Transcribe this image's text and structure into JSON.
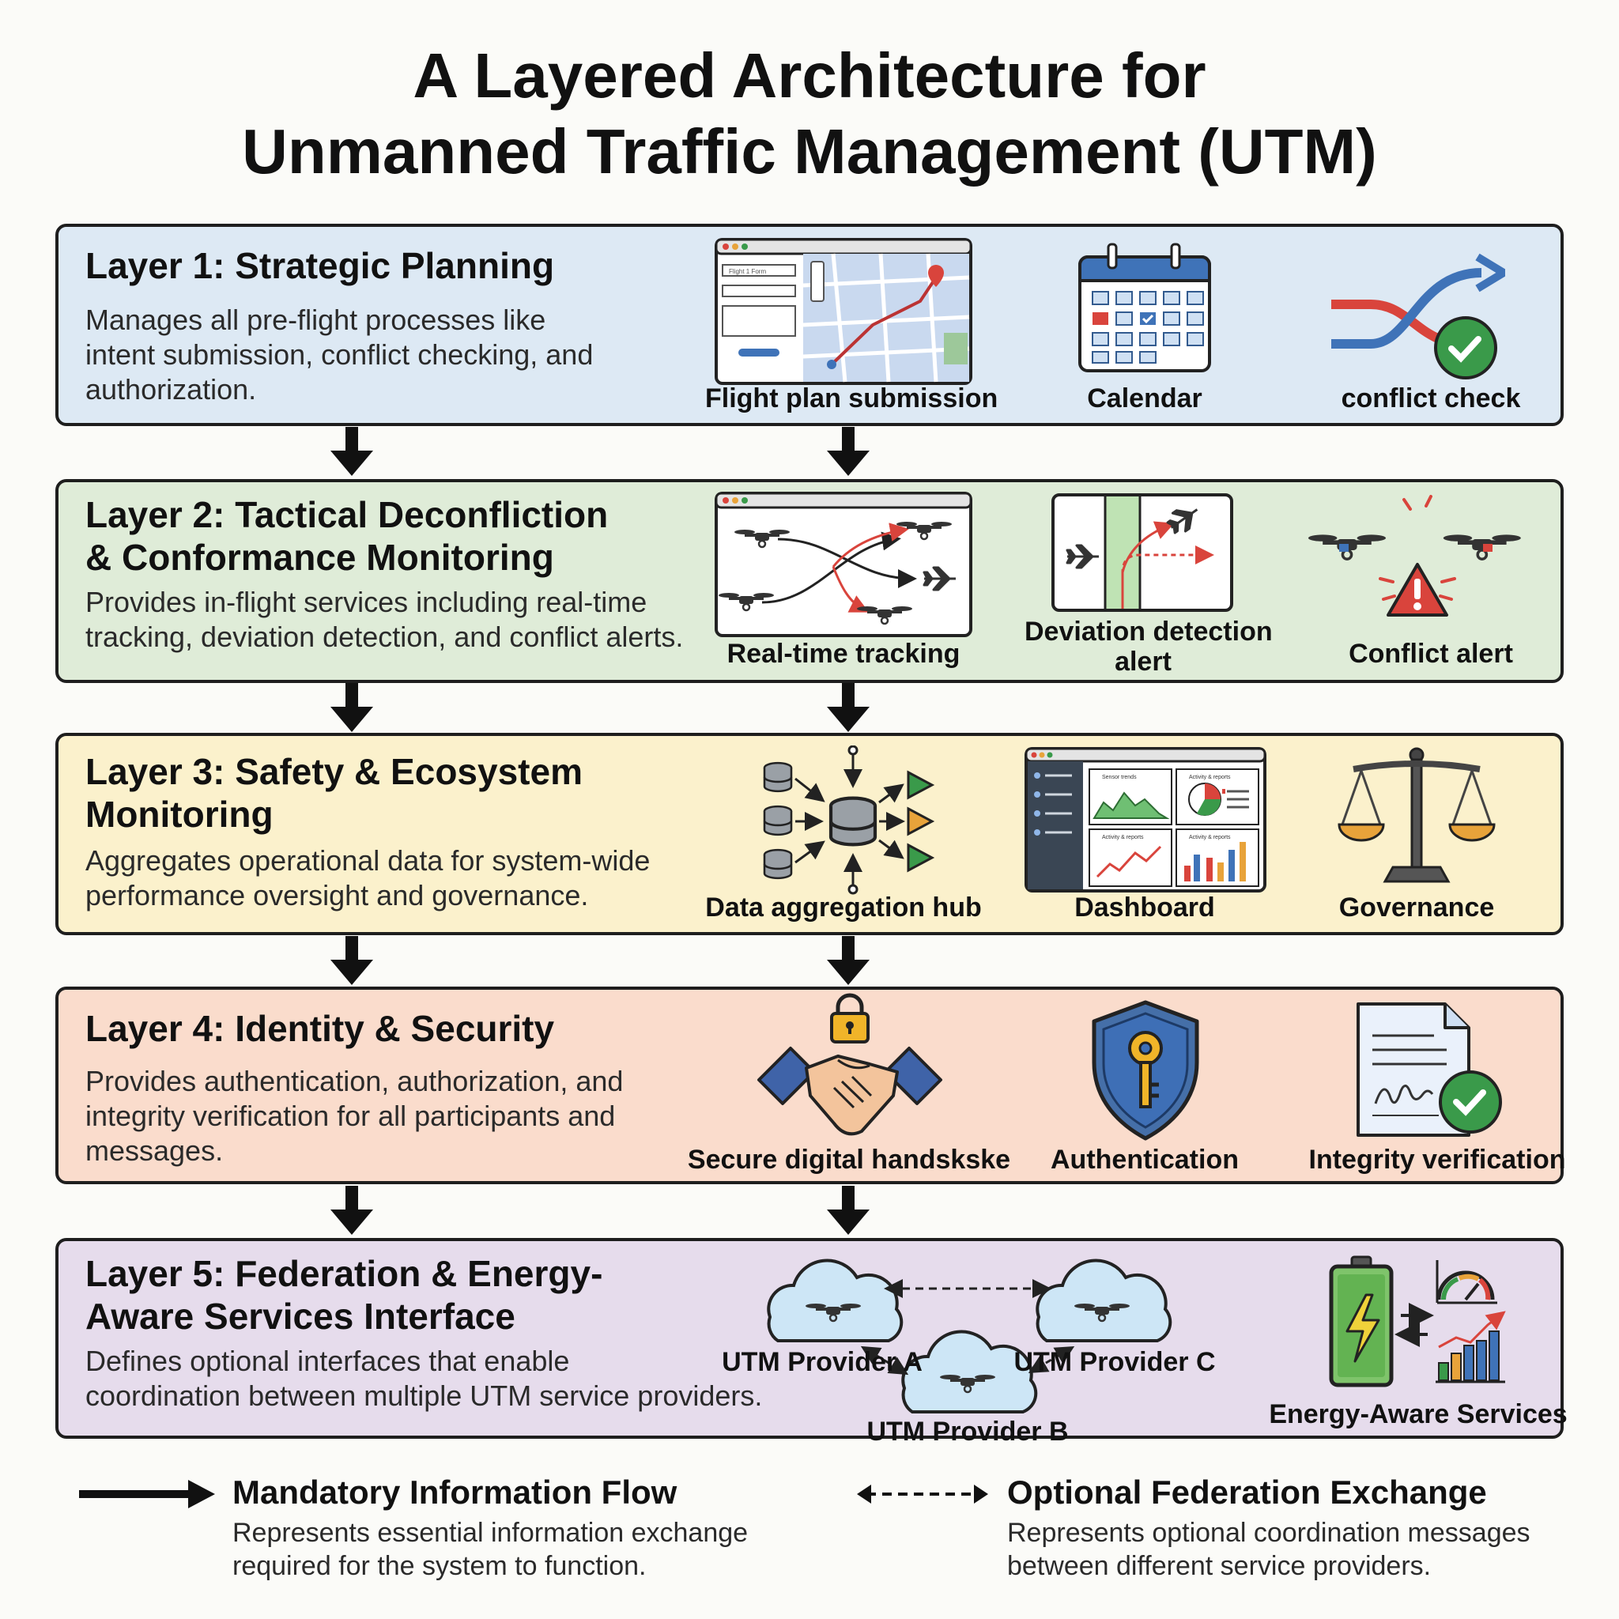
{
  "title": {
    "line1": "A Layered Architecture for",
    "line2": "Unmanned Traffic Management (UTM)"
  },
  "layers": [
    {
      "title_lines": [
        "Layer 1: Strategic Planning"
      ],
      "desc_lines": [
        "Manages all pre-flight processes like",
        "intent submission, conflict checking, and",
        "authorization."
      ],
      "icons": [
        "Flight plan submission",
        "Calendar",
        "conflict check"
      ]
    },
    {
      "title_lines": [
        "Layer 2: Tactical Deconfliction",
        "& Conformance Monitoring"
      ],
      "desc_lines": [
        "Provides in-flight services including real-time",
        "tracking, deviation detection, and conflict alerts."
      ],
      "icons": [
        "Real-time tracking",
        "Deviation detection",
        "alert",
        "Conflict alert"
      ]
    },
    {
      "title_lines": [
        "Layer 3: Safety & Ecosystem",
        "Monitoring"
      ],
      "desc_lines": [
        "Aggregates operational data for system-wide",
        "performance oversight and governance."
      ],
      "icons": [
        "Data aggregation hub",
        "Dashboard",
        "Governance"
      ]
    },
    {
      "title_lines": [
        "Layer 4: Identity & Security"
      ],
      "desc_lines": [
        "Provides authentication, authorization, and",
        "integrity verification for all participants and",
        "messages."
      ],
      "icons": [
        "Secure digital handskske",
        "Authentication",
        "Integrity verification"
      ]
    },
    {
      "title_lines": [
        "Layer 5: Federation & Energy-",
        "Aware Services Interface"
      ],
      "desc_lines": [
        "Defines optional interfaces that enable",
        "coordination between multiple UTM service providers."
      ],
      "icons": [
        "UTM Provider A",
        "UTM Provider B",
        "UTM Provider C",
        "Energy-Aware Services"
      ]
    }
  ],
  "dashboard_mini_titles": [
    "Sensor trends",
    "Activity & reports",
    "Activity & reports",
    "Activity & reports"
  ],
  "form_mini_text": "Flight 1 Form",
  "legend": {
    "mandatory": {
      "title": "Mandatory Information Flow",
      "desc_lines": [
        "Represents essential information exchange",
        "required for the system to function."
      ]
    },
    "optional": {
      "title": "Optional Federation Exchange",
      "desc_lines": [
        "Represents optional coordination messages",
        "between different service providers."
      ]
    }
  },
  "colors": {
    "layer1": "#dde9f4",
    "layer2": "#dfecd8",
    "layer3": "#fbf1cc",
    "layer4": "#fadccc",
    "layer5": "#e6dcec",
    "accent_blue": "#3f73b8",
    "accent_red": "#d9443c",
    "accent_green": "#3a9a4a",
    "accent_orange": "#e8a33a"
  }
}
